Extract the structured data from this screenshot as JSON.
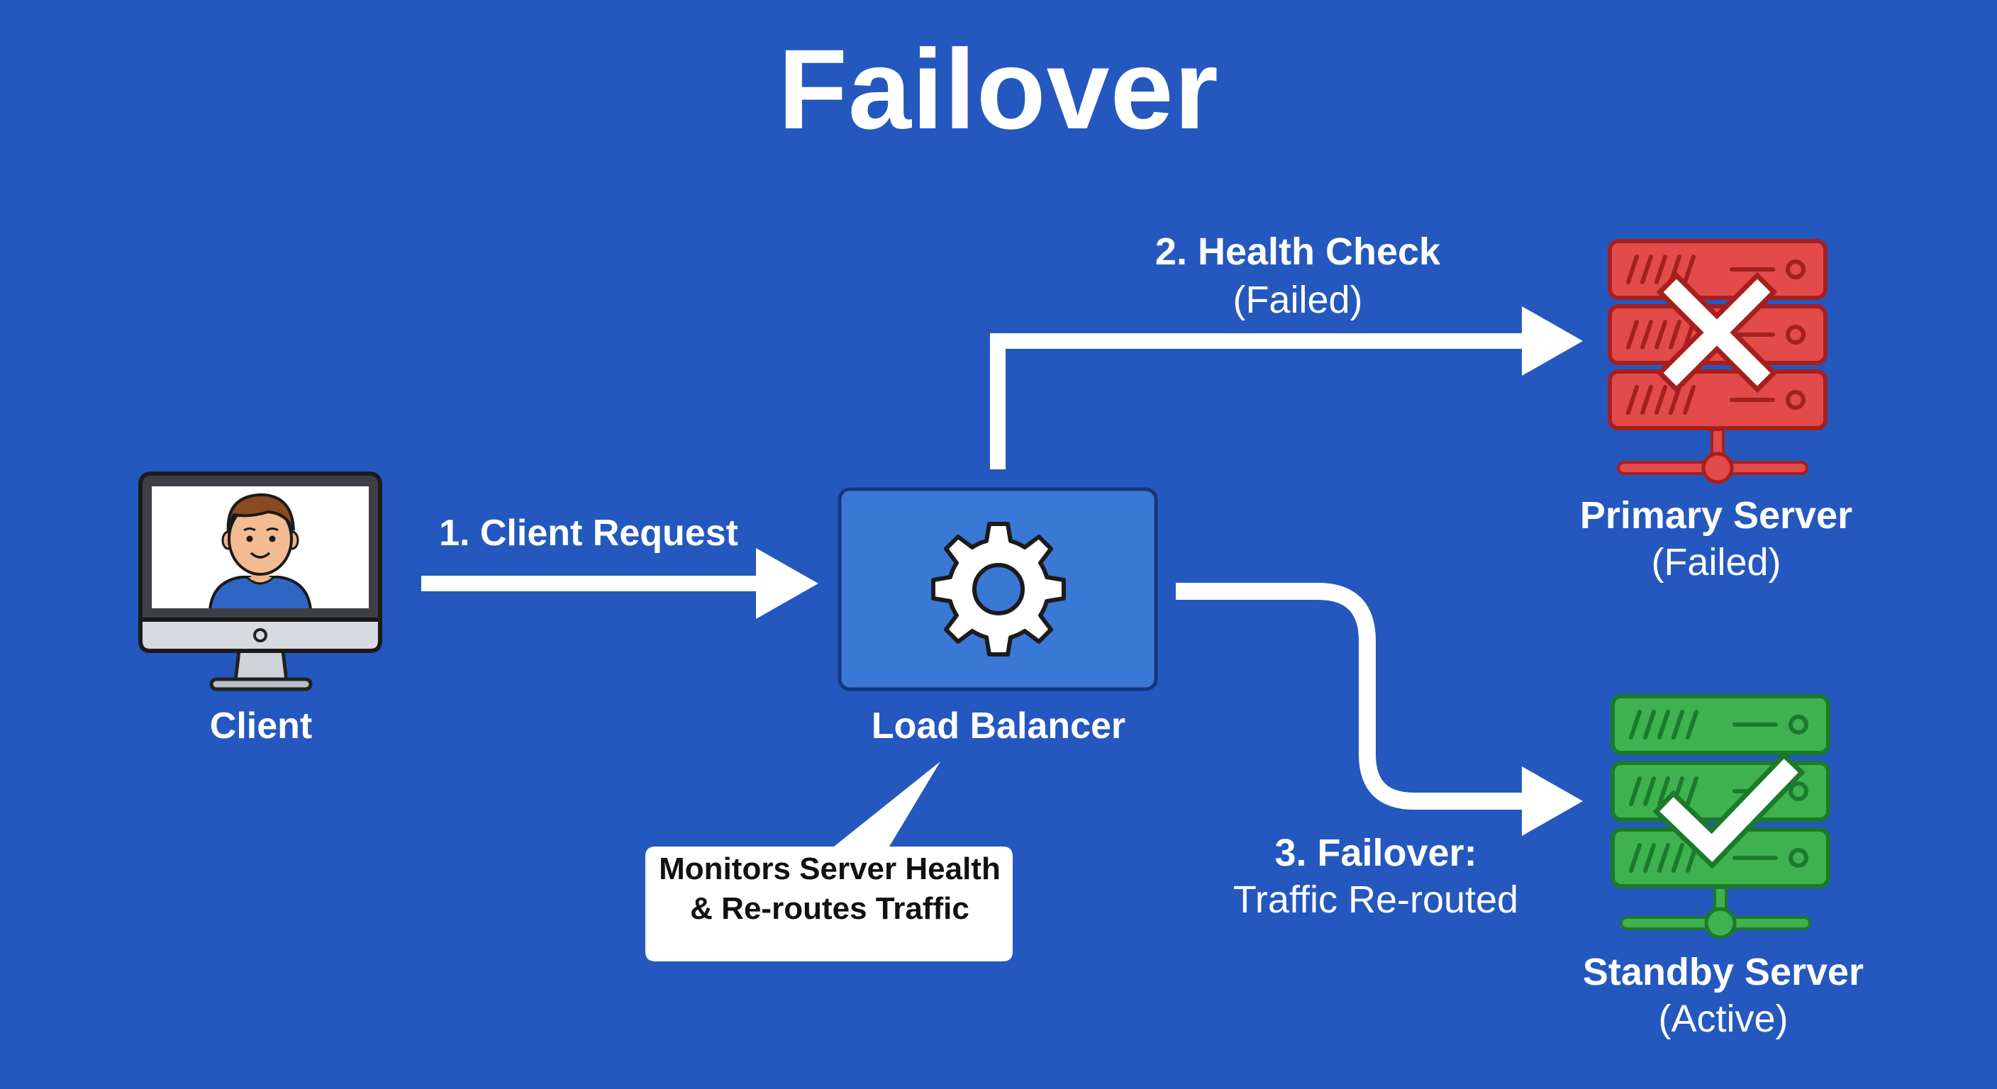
{
  "title": "Failover",
  "client": {
    "label": "Client"
  },
  "load_balancer": {
    "label": "Load Balancer"
  },
  "callout": {
    "line1": "Monitors Server Health",
    "line2": "& Re-routes Traffic"
  },
  "steps": {
    "client_request": "1. Client Request",
    "health_check": {
      "title": "2. Health Check",
      "status": "(Failed)"
    },
    "failover": {
      "title": "3. Failover:",
      "detail": "Traffic Re-routed"
    }
  },
  "primary_server": {
    "title": "Primary Server",
    "status": "(Failed)"
  },
  "standby_server": {
    "title": "Standby Server",
    "status": "(Active)"
  },
  "colors": {
    "background": "#2458be",
    "load_balancer_box": "#3a78d6",
    "failed_server": "#e34a4a",
    "active_server": "#3fb24f",
    "arrow": "#ffffff"
  },
  "icons": {
    "client": "monitor-user-icon",
    "load_balancer": "gear-icon",
    "primary_server": "server-stack-icon",
    "primary_status": "cross-icon",
    "standby_server": "server-stack-icon",
    "standby_status": "checkmark-icon"
  }
}
